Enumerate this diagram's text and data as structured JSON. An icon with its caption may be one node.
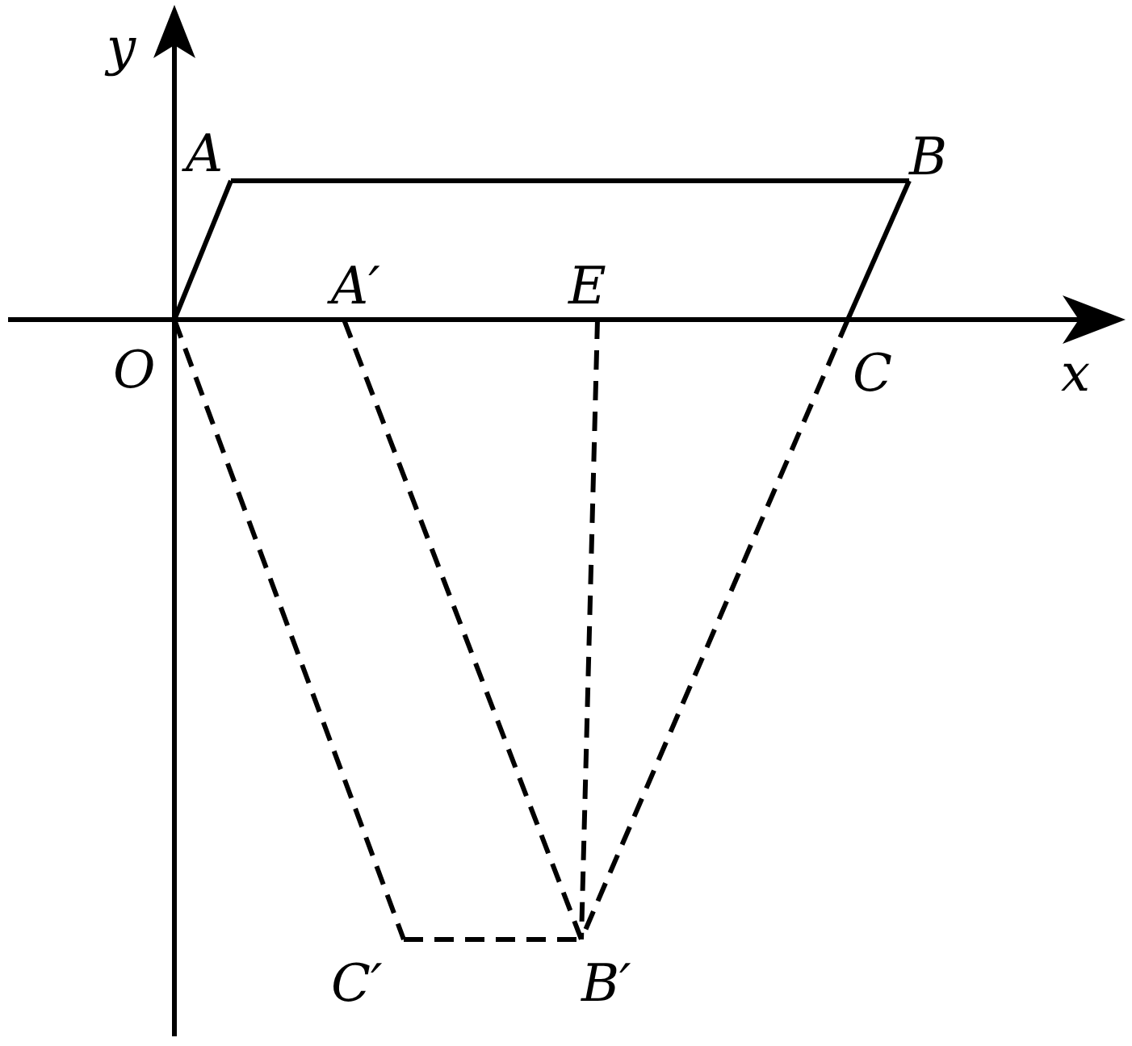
{
  "diagram": {
    "nodes": [
      {
        "text": [
          "O"
        ]
      },
      {
        "text": [
          "A"
        ]
      },
      {
        "text": [
          "B"
        ]
      },
      {
        "text": [
          "C"
        ]
      },
      {
        "text": [
          "A′"
        ]
      },
      {
        "text": [
          "E"
        ]
      },
      {
        "text": [
          "B′"
        ]
      },
      {
        "text": [
          "C′"
        ]
      }
    ],
    "edges": [
      {
        "from": 0,
        "to": 1,
        "arrow": "none"
      },
      {
        "from": 1,
        "to": 2,
        "arrow": "none"
      },
      {
        "from": 2,
        "to": 3,
        "arrow": "none"
      },
      {
        "from": 0,
        "to": 7,
        "arrow": "none",
        "style": "dashed"
      },
      {
        "from": 7,
        "to": 6,
        "arrow": "none",
        "style": "dashed"
      },
      {
        "from": 4,
        "to": 6,
        "arrow": "none",
        "style": "dashed"
      },
      {
        "from": 5,
        "to": 6,
        "arrow": "none",
        "style": "dashed"
      },
      {
        "from": 3,
        "to": 6,
        "arrow": "none",
        "style": "dashed"
      }
    ],
    "labels": [
      "y",
      "x"
    ]
  }
}
